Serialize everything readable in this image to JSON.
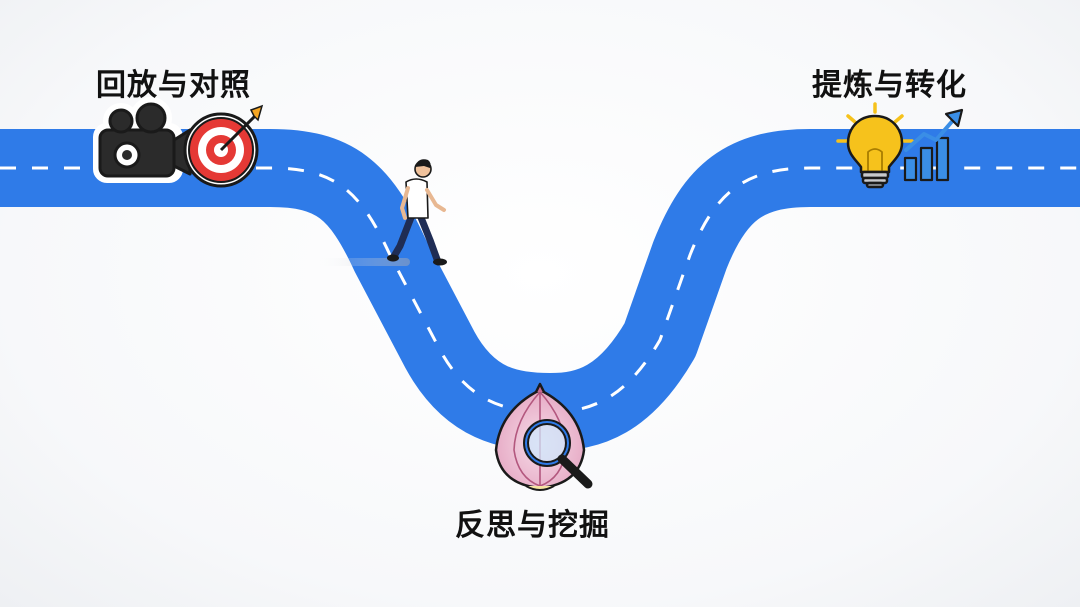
{
  "stages": [
    {
      "label": "回放与对照",
      "icons": [
        "video-camera-icon",
        "target-arrow-icon"
      ]
    },
    {
      "label": "反思与挖掘",
      "icons": [
        "onion-magnifier-icon"
      ]
    },
    {
      "label": "提炼与转化",
      "icons": [
        "lightbulb-icon",
        "rising-bar-chart-icon"
      ]
    }
  ],
  "colors": {
    "road": "#2f7be8",
    "road_dash": "#ffffff",
    "label_text": "#111111",
    "lightbulb": "#f6c21c",
    "chart": "#3a8ee6",
    "target_red": "#e53935"
  },
  "figure": "walking-person"
}
